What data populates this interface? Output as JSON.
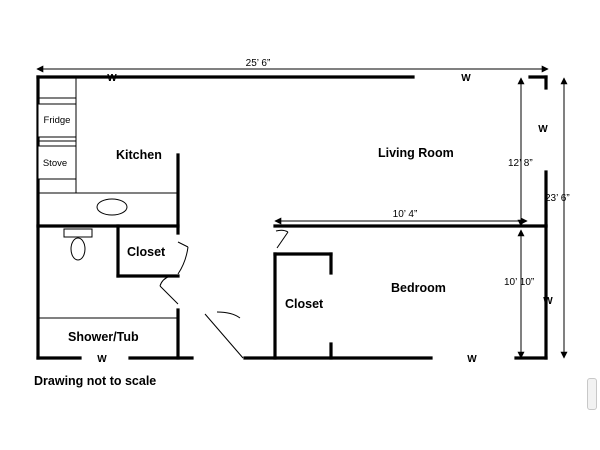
{
  "rooms": {
    "kitchen": "Kitchen",
    "living_room": "Living Room",
    "closet_bath": "Closet",
    "closet_bedroom": "Closet",
    "bedroom": "Bedroom",
    "shower": "Shower/Tub",
    "fridge": "Fridge",
    "stove": "Stove"
  },
  "dimensions": {
    "overall_width": "25’ 6”",
    "overall_depth": "23’ 6”",
    "living_depth": "12’ 8”",
    "bedroom_depth": "10’ 10”",
    "bedroom_wall": "10’ 4”"
  },
  "window_label": "W",
  "note": "Drawing not to scale"
}
